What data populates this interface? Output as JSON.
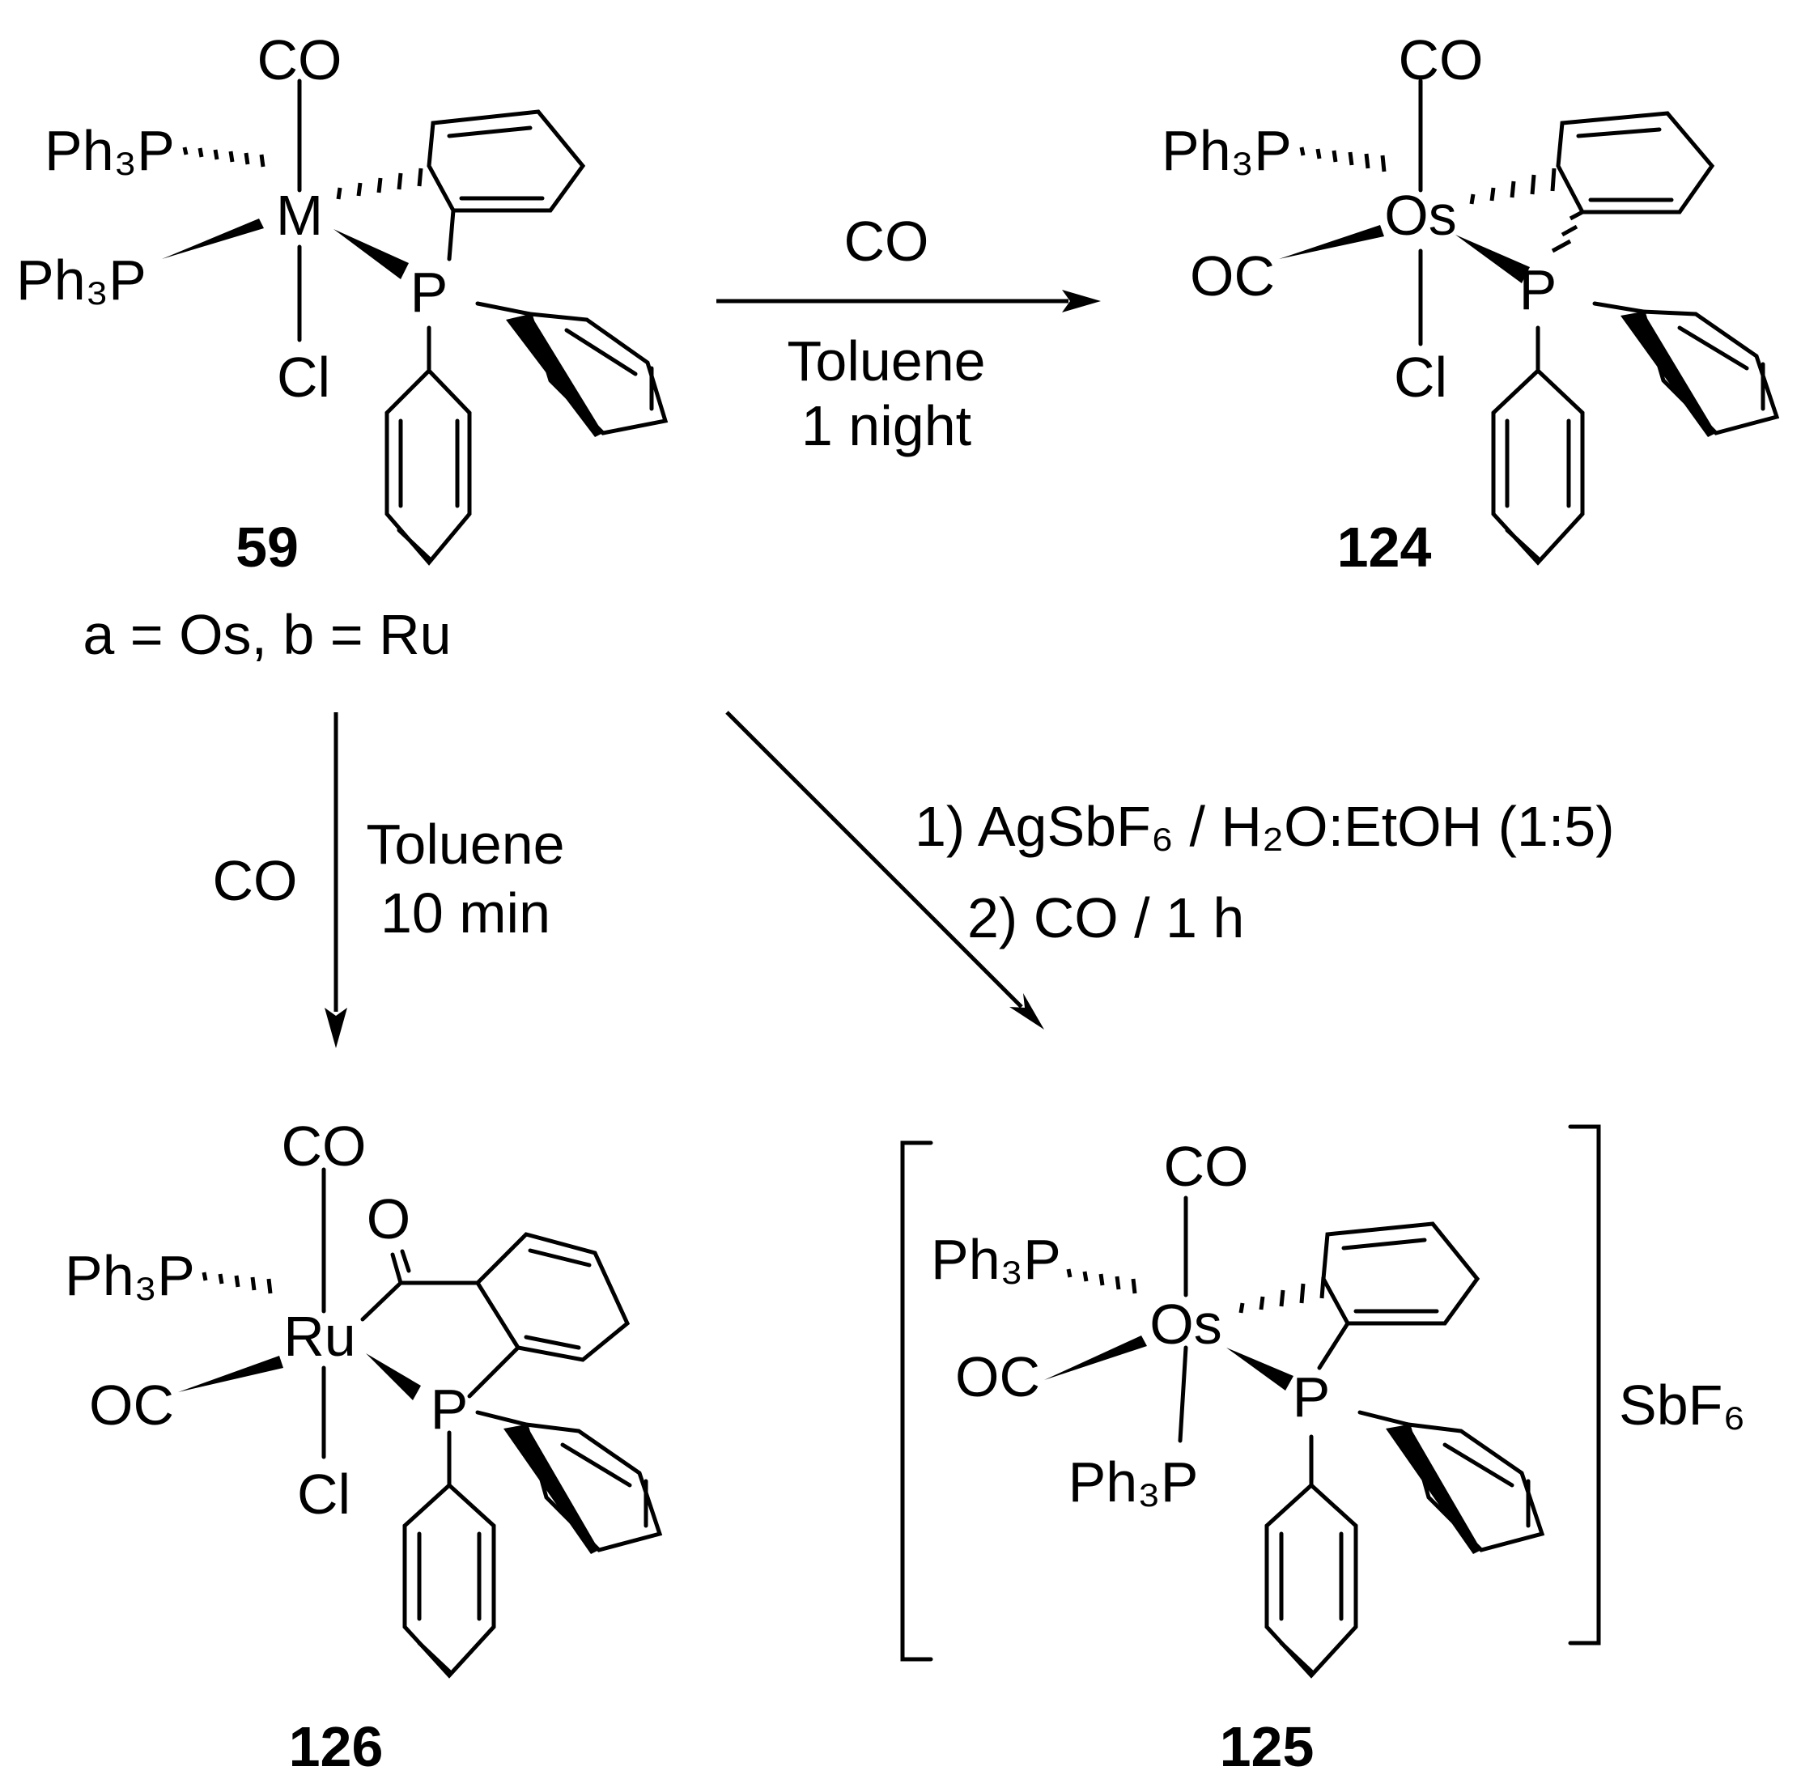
{
  "compounds": {
    "c59": {
      "number": "59",
      "subtitle": "a = Os, b = Ru",
      "metal": "M",
      "ligand_top": "CO",
      "ligand_bottom": "Cl",
      "ligand_upper_left": "Ph₃P",
      "ligand_left": "Ph₃P",
      "donor": "P"
    },
    "c124": {
      "number": "124",
      "metal": "Os",
      "ligand_top": "CO",
      "ligand_bottom": "Cl",
      "ligand_upper_left": "Ph₃P",
      "ligand_left": "OC",
      "donor": "P"
    },
    "c126": {
      "number": "126",
      "metal": "Ru",
      "ligand_top": "CO",
      "ligand_bottom": "Cl",
      "ligand_upper_left": "Ph₃P",
      "ligand_left": "OC",
      "acyl_oxygen": "O",
      "donor": "P"
    },
    "c125": {
      "number": "125",
      "metal": "Os",
      "ligand_top": "CO",
      "ligand_bottom": "Ph₃P",
      "ligand_upper_left": "Ph₃P",
      "ligand_left": "OC",
      "donor": "P",
      "counterion": "SbF₆"
    }
  },
  "reactions": {
    "top": {
      "reagent": "CO",
      "solvent": "Toluene",
      "time": "1 night"
    },
    "left": {
      "reagent": "CO",
      "solvent": "Toluene",
      "time": "10 min"
    },
    "diagonal": {
      "step1": "1) AgSbF₆ / H₂O:EtOH (1:5)",
      "step2": "2) CO / 1 h"
    }
  }
}
